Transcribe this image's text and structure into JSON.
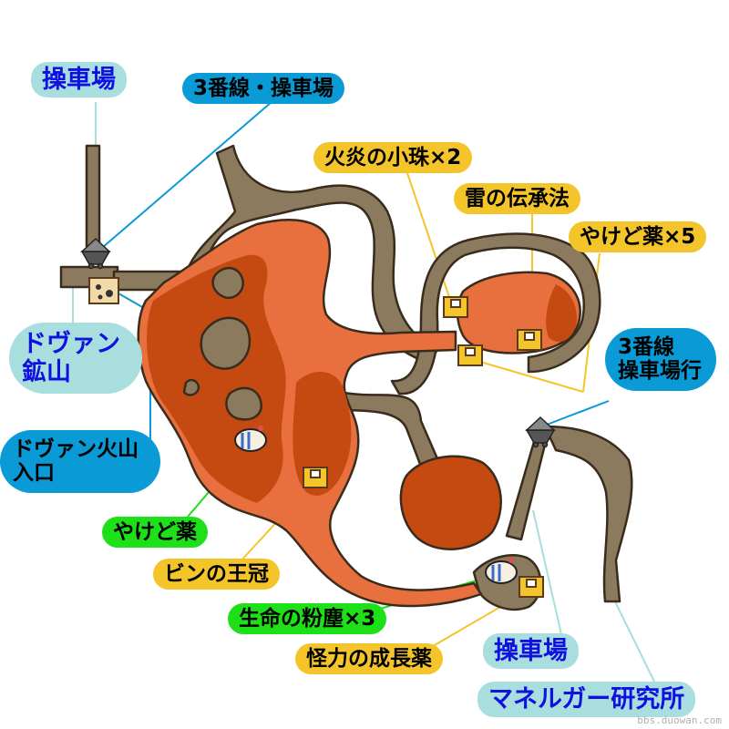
{
  "labels": {
    "yard_top": "操車場",
    "line3_yard": "3番線・操車場",
    "duvan_mine": "ドヴァン\n鉱山",
    "duvan_volcano_entrance": "ドヴァン火山\n入口",
    "fire_orb": "火炎の小珠×2",
    "thunder_art": "雷の伝承法",
    "burn_medicine5": "やけど薬×5",
    "line3_yard_bound": "3番線\n操車場行",
    "burn_medicine": "やけど薬",
    "bin_crown": "ビンの王冠",
    "life_powder": "生命の粉塵×3",
    "strength_medicine": "怪力の成長薬",
    "yard_bottom": "操車場",
    "manelgar_lab": "マネルガー研究所"
  },
  "watermark": "bbs.duowan.com",
  "colors": {
    "cyan_label_bg": "#a8dede",
    "cyan_label_text": "#1010e0",
    "blue_label_bg": "#0a9ad6",
    "item_label_bg": "#f4c52a",
    "enemy_label_bg": "#1ee018",
    "lava_dark": "#c44a12",
    "lava_light": "#e8703e",
    "rock": "#8c7a5e",
    "outline": "#3a2c1c"
  },
  "icons": [
    "treasure-chest-icon",
    "mine-cart-icon",
    "npc-house-icon",
    "enemy-monster-icon"
  ]
}
